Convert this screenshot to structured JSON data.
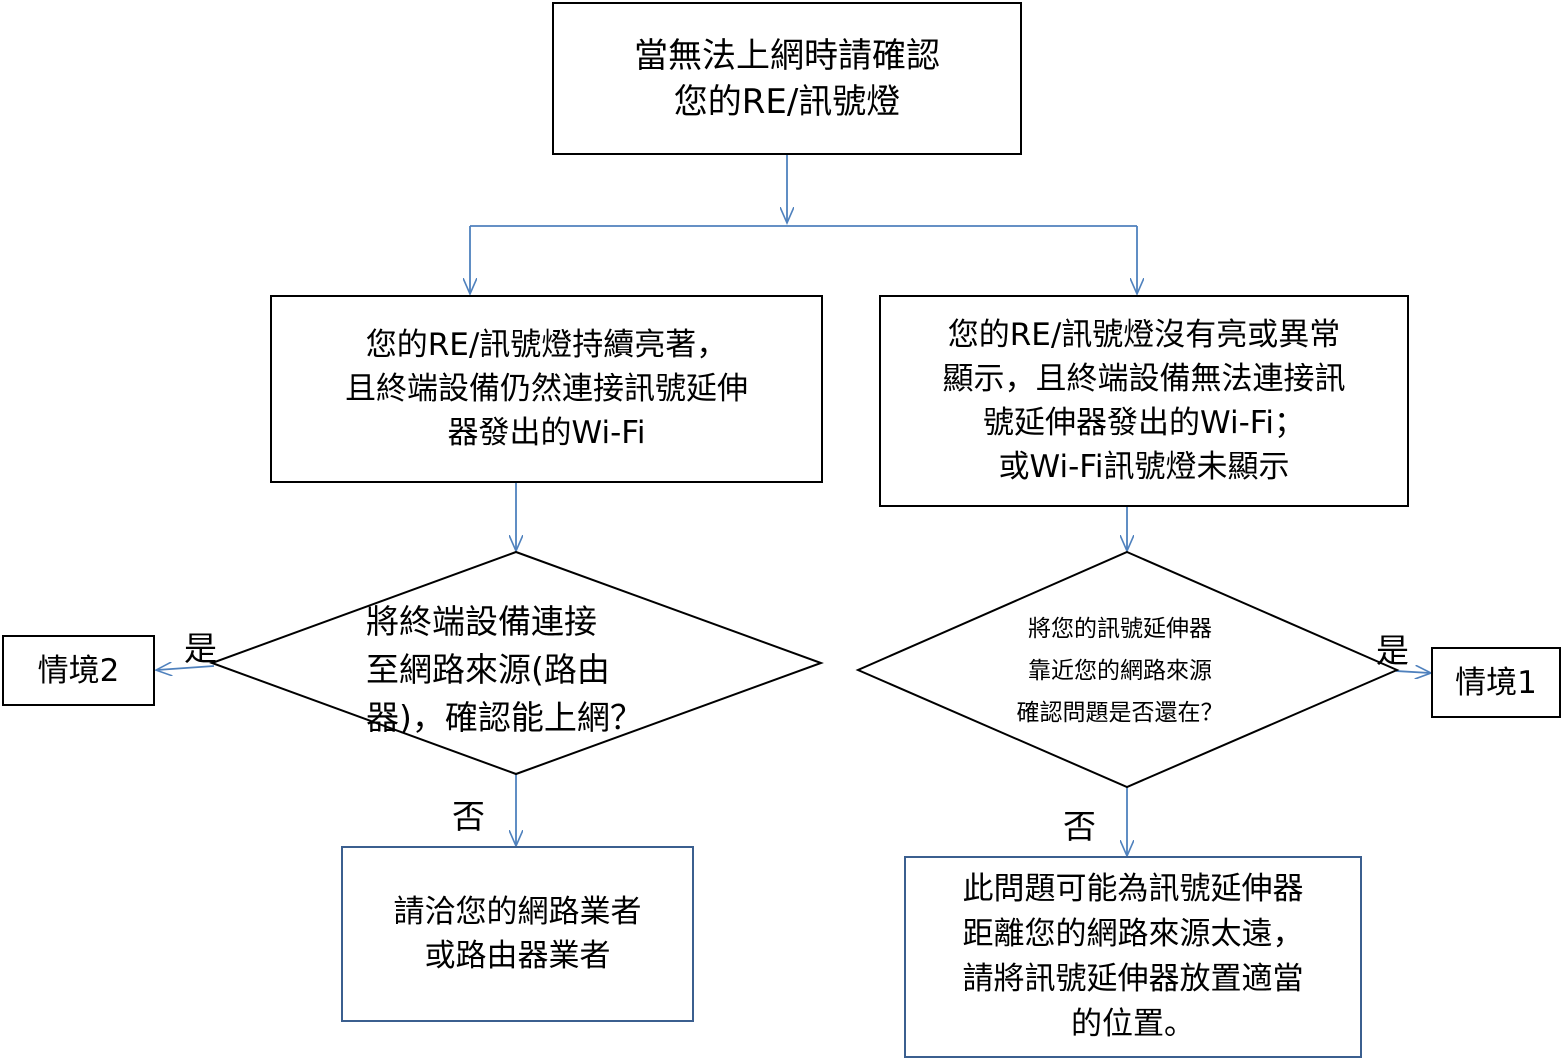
{
  "start": {
    "text": "當無法上網時請確認\n您的RE/訊號燈"
  },
  "left_branch": {
    "text": "您的RE/訊號燈持續亮著，\n且終端設備仍然連接訊號延伸\n器發出的Wi-Fi"
  },
  "right_branch": {
    "text": "您的RE/訊號燈沒有亮或異常\n顯示，且終端設備無法連接訊\n號延伸器發出的Wi-Fi；\n或Wi-Fi訊號燈未顯示"
  },
  "left_decision": {
    "text": "將終端設備連接\n至網路來源(路由\n器)，確認能上網？"
  },
  "right_decision": {
    "text": "將您的訊號延伸器\n靠近您的網路來源\n確認問題是否還在？"
  },
  "left_yes_label": "是",
  "right_yes_label": "是",
  "left_no_label": "否",
  "right_no_label": "否",
  "scenario_2": {
    "text": "情境2"
  },
  "scenario_1": {
    "text": "情境1"
  },
  "left_result": {
    "text": "請洽您的網路業者\n或路由器業者"
  },
  "right_result": {
    "text": "此問題可能為訊號延伸器\n距離您的網路來源太遠，\n請將訊號延伸器放置適當\n的位置。"
  },
  "colors": {
    "arrow": "#4f81bd",
    "box_border_black": "#000000",
    "box_border_blue": "#3b5f8f"
  }
}
